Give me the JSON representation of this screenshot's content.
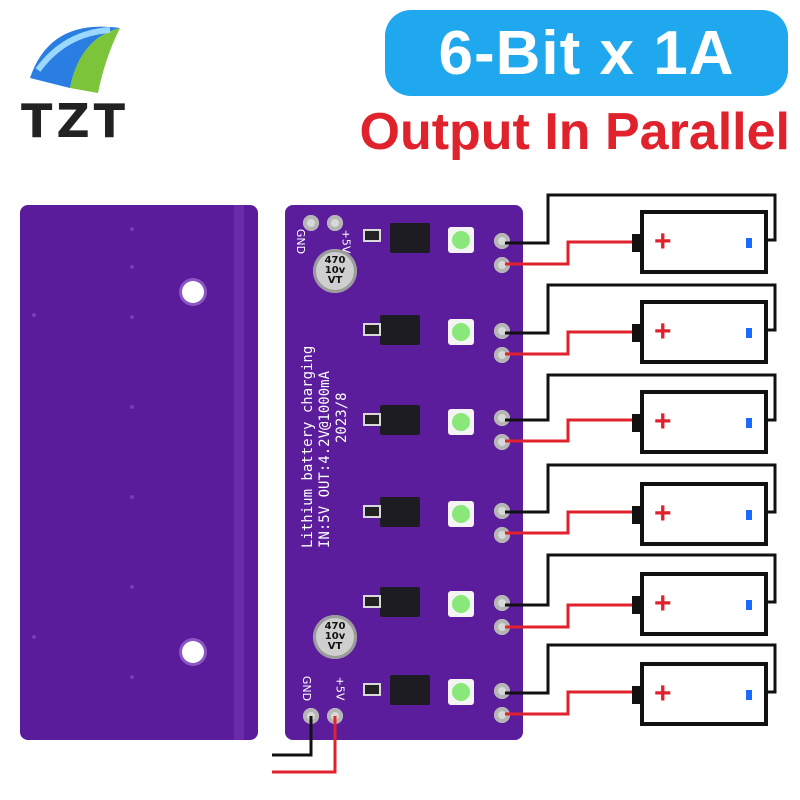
{
  "brand": {
    "logo_text": "TZT"
  },
  "header": {
    "title": "6-Bit x 1A",
    "subtitle": "Output In Parallel"
  },
  "pcb": {
    "silkscreen_lines": [
      "Lithium battery charging",
      "IN:5V OUT:4.2V@1000mA",
      "2023/8"
    ],
    "top_labels": {
      "gnd": "GND",
      "plus5v": "+5V"
    },
    "bottom_labels": {
      "gnd": "GND",
      "plus5v": "+5V"
    },
    "capacitor_label": [
      "470",
      "10v",
      "VT"
    ]
  },
  "batteries": [
    {
      "plus": "+"
    },
    {
      "plus": "+"
    },
    {
      "plus": "+"
    },
    {
      "plus": "+"
    },
    {
      "plus": "+"
    },
    {
      "plus": "+"
    }
  ],
  "colors": {
    "pcb": "#5b1d9c",
    "title_bg": "#1fa8ee",
    "subtitle": "#e0222c",
    "wire_red": "#e0222c",
    "wire_black": "#111111"
  }
}
